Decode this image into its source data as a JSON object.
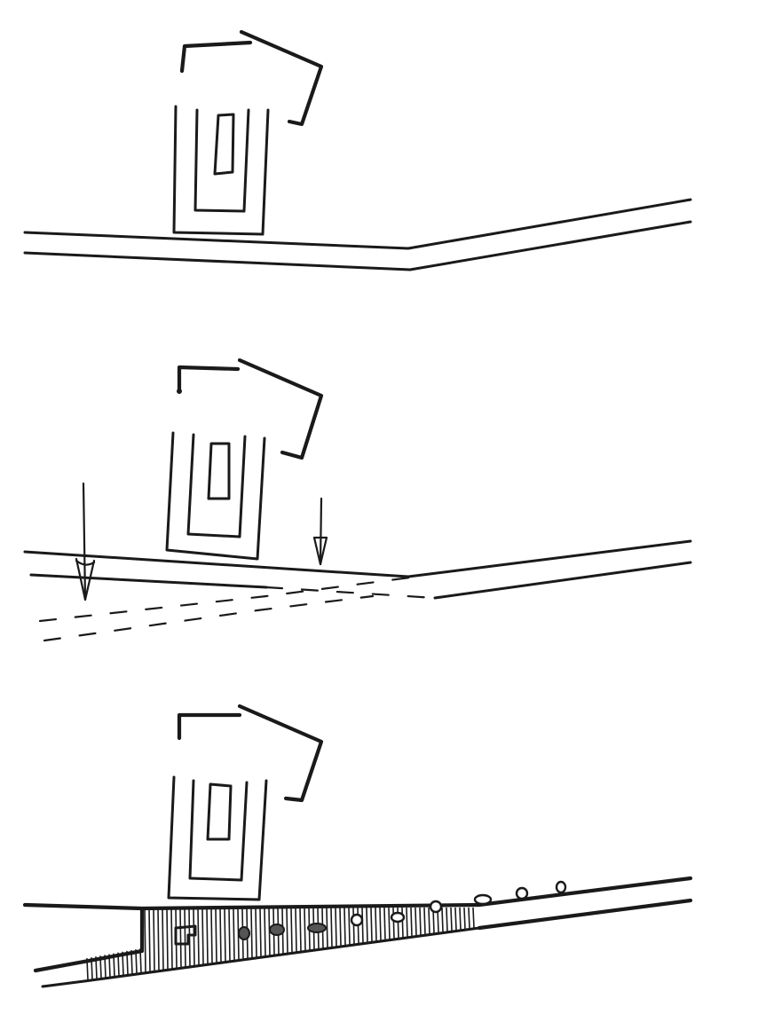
{
  "figure": {
    "panel_count": 3,
    "style": "hand-drawn black ink sketch on white background",
    "colors": {
      "ink": "#1a1a1a",
      "background": "#ffffff",
      "pebble_fill_dark": "#555555"
    },
    "panels": [
      {
        "id": "panel-1",
        "elements": [
          "building-outline-icon",
          "ground-surface"
        ]
      },
      {
        "id": "panel-2",
        "elements": [
          "building-outline-icon",
          "ground-surface",
          "down-arrow-icon",
          "down-arrow-icon",
          "dashed-subsurface-layers"
        ]
      },
      {
        "id": "panel-3",
        "elements": [
          "building-outline-icon",
          "ground-surface",
          "hatched-fill-layer",
          "pebble-icon"
        ]
      }
    ]
  }
}
